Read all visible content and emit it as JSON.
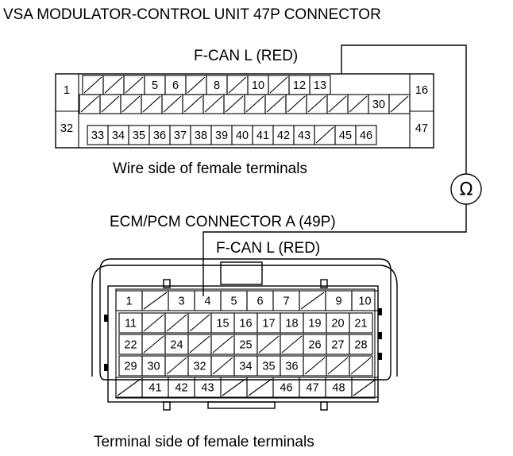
{
  "title": "VSA MODULATOR-CONTROL UNIT 47P CONNECTOR",
  "top_connector": {
    "wire_label": "F-CAN L (RED)",
    "caption": "Wire side of female terminals",
    "row1": [
      "",
      "",
      "",
      "5",
      "6",
      "",
      "8",
      "",
      "10",
      "",
      "12",
      "13"
    ],
    "row2": [
      "",
      "",
      "",
      "",
      "",
      "",
      "",
      "",
      "",
      "",
      "",
      "",
      "",
      "",
      "30",
      ""
    ],
    "row3": [
      "33",
      "34",
      "35",
      "36",
      "37",
      "38",
      "39",
      "40",
      "41",
      "42",
      "43",
      "",
      "45",
      "46"
    ],
    "end_labels": {
      "left_top": "1",
      "left_bottom": "32",
      "right_top": "16",
      "right_bottom": "47"
    }
  },
  "meter": {
    "symbol": "Ω",
    "icon": "ohmmeter-icon"
  },
  "bottom_connector": {
    "title": "ECM/PCM CONNECTOR A (49P)",
    "wire_label": "F-CAN L (RED)",
    "caption": "Terminal side of female terminals",
    "row1": [
      "1",
      "",
      "3",
      "4",
      "5",
      "6",
      "7",
      "",
      "9",
      "10"
    ],
    "row2": [
      "11",
      "",
      "",
      "",
      "15",
      "16",
      "17",
      "18",
      "19",
      "20",
      "21"
    ],
    "row3": [
      "22",
      "",
      "24",
      "",
      "",
      "25",
      "",
      "",
      "26",
      "27",
      "28"
    ],
    "row4": [
      "29",
      "30",
      "",
      "32",
      "",
      "34",
      "35",
      "36",
      "",
      "",
      ""
    ],
    "row5": [
      "",
      "41",
      "42",
      "43",
      "",
      "",
      "46",
      "47",
      "48",
      ""
    ]
  }
}
